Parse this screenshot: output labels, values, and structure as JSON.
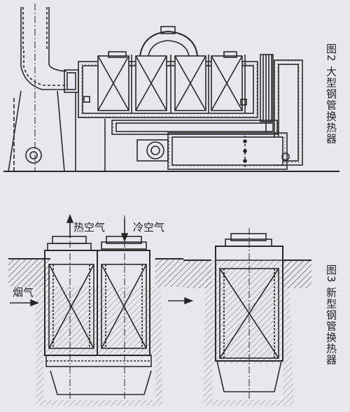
{
  "figure2": {
    "caption": "图2 大型钢管换热器"
  },
  "figure3": {
    "caption": "图3 新型钢管换热器",
    "label_hot_air": "热空气",
    "label_cold_air": "冷空气",
    "label_flue_gas": "烟气"
  }
}
